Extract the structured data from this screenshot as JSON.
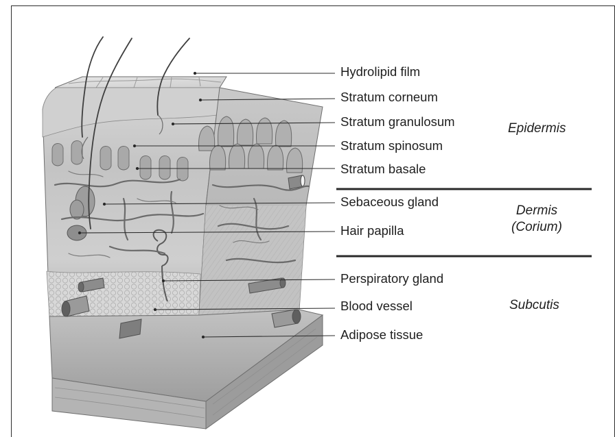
{
  "structure_labels": [
    "Hydrolipid film",
    "Stratum corneum",
    "Stratum granulosum",
    "Stratum spinosum",
    "Stratum basale",
    "Sebaceous gland",
    "Hair papilla",
    "Perspiratory gland",
    "Blood vessel",
    "Adipose tissue"
  ],
  "layers": {
    "epidermis": "Epidermis",
    "dermis": "Dermis",
    "dermis_alt": "(Corium)",
    "subcutis": "Subcutis"
  },
  "colors": {
    "tissue_light": "#d9d9d9",
    "tissue_mid": "#bdbdbd",
    "tissue_dark": "#8a8a8a",
    "ink": "#1e1e1e"
  }
}
